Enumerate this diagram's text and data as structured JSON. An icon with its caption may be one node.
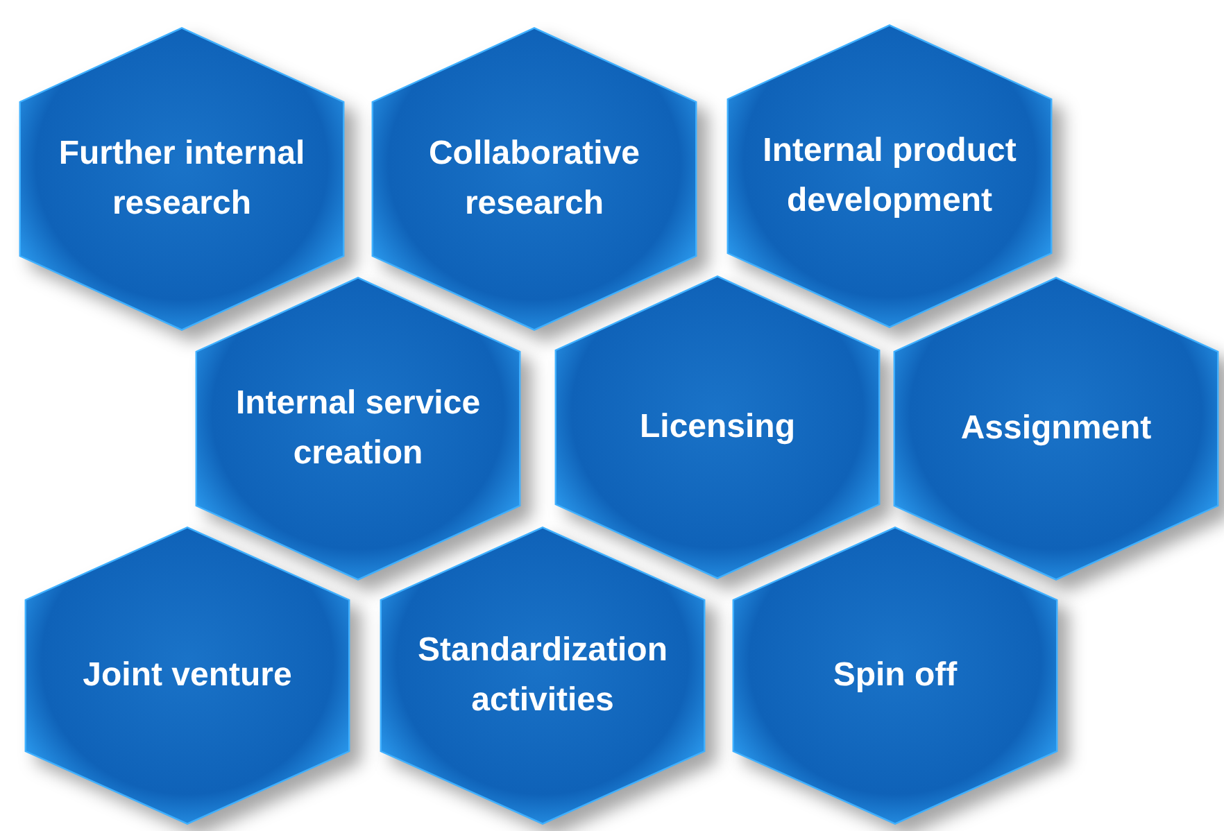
{
  "diagram": {
    "nodes": [
      {
        "text": [
          "Further internal research"
        ]
      },
      {
        "text": [
          "Collaborative research"
        ]
      },
      {
        "text": [
          "Internal product development"
        ]
      },
      {
        "text": [
          "Internal service creation"
        ]
      },
      {
        "text": [
          "Licensing"
        ]
      },
      {
        "text": [
          "Assignment"
        ]
      },
      {
        "text": [
          "Joint venture"
        ]
      },
      {
        "text": [
          "Standardization activities"
        ]
      },
      {
        "text": [
          "Spin off"
        ]
      }
    ]
  }
}
